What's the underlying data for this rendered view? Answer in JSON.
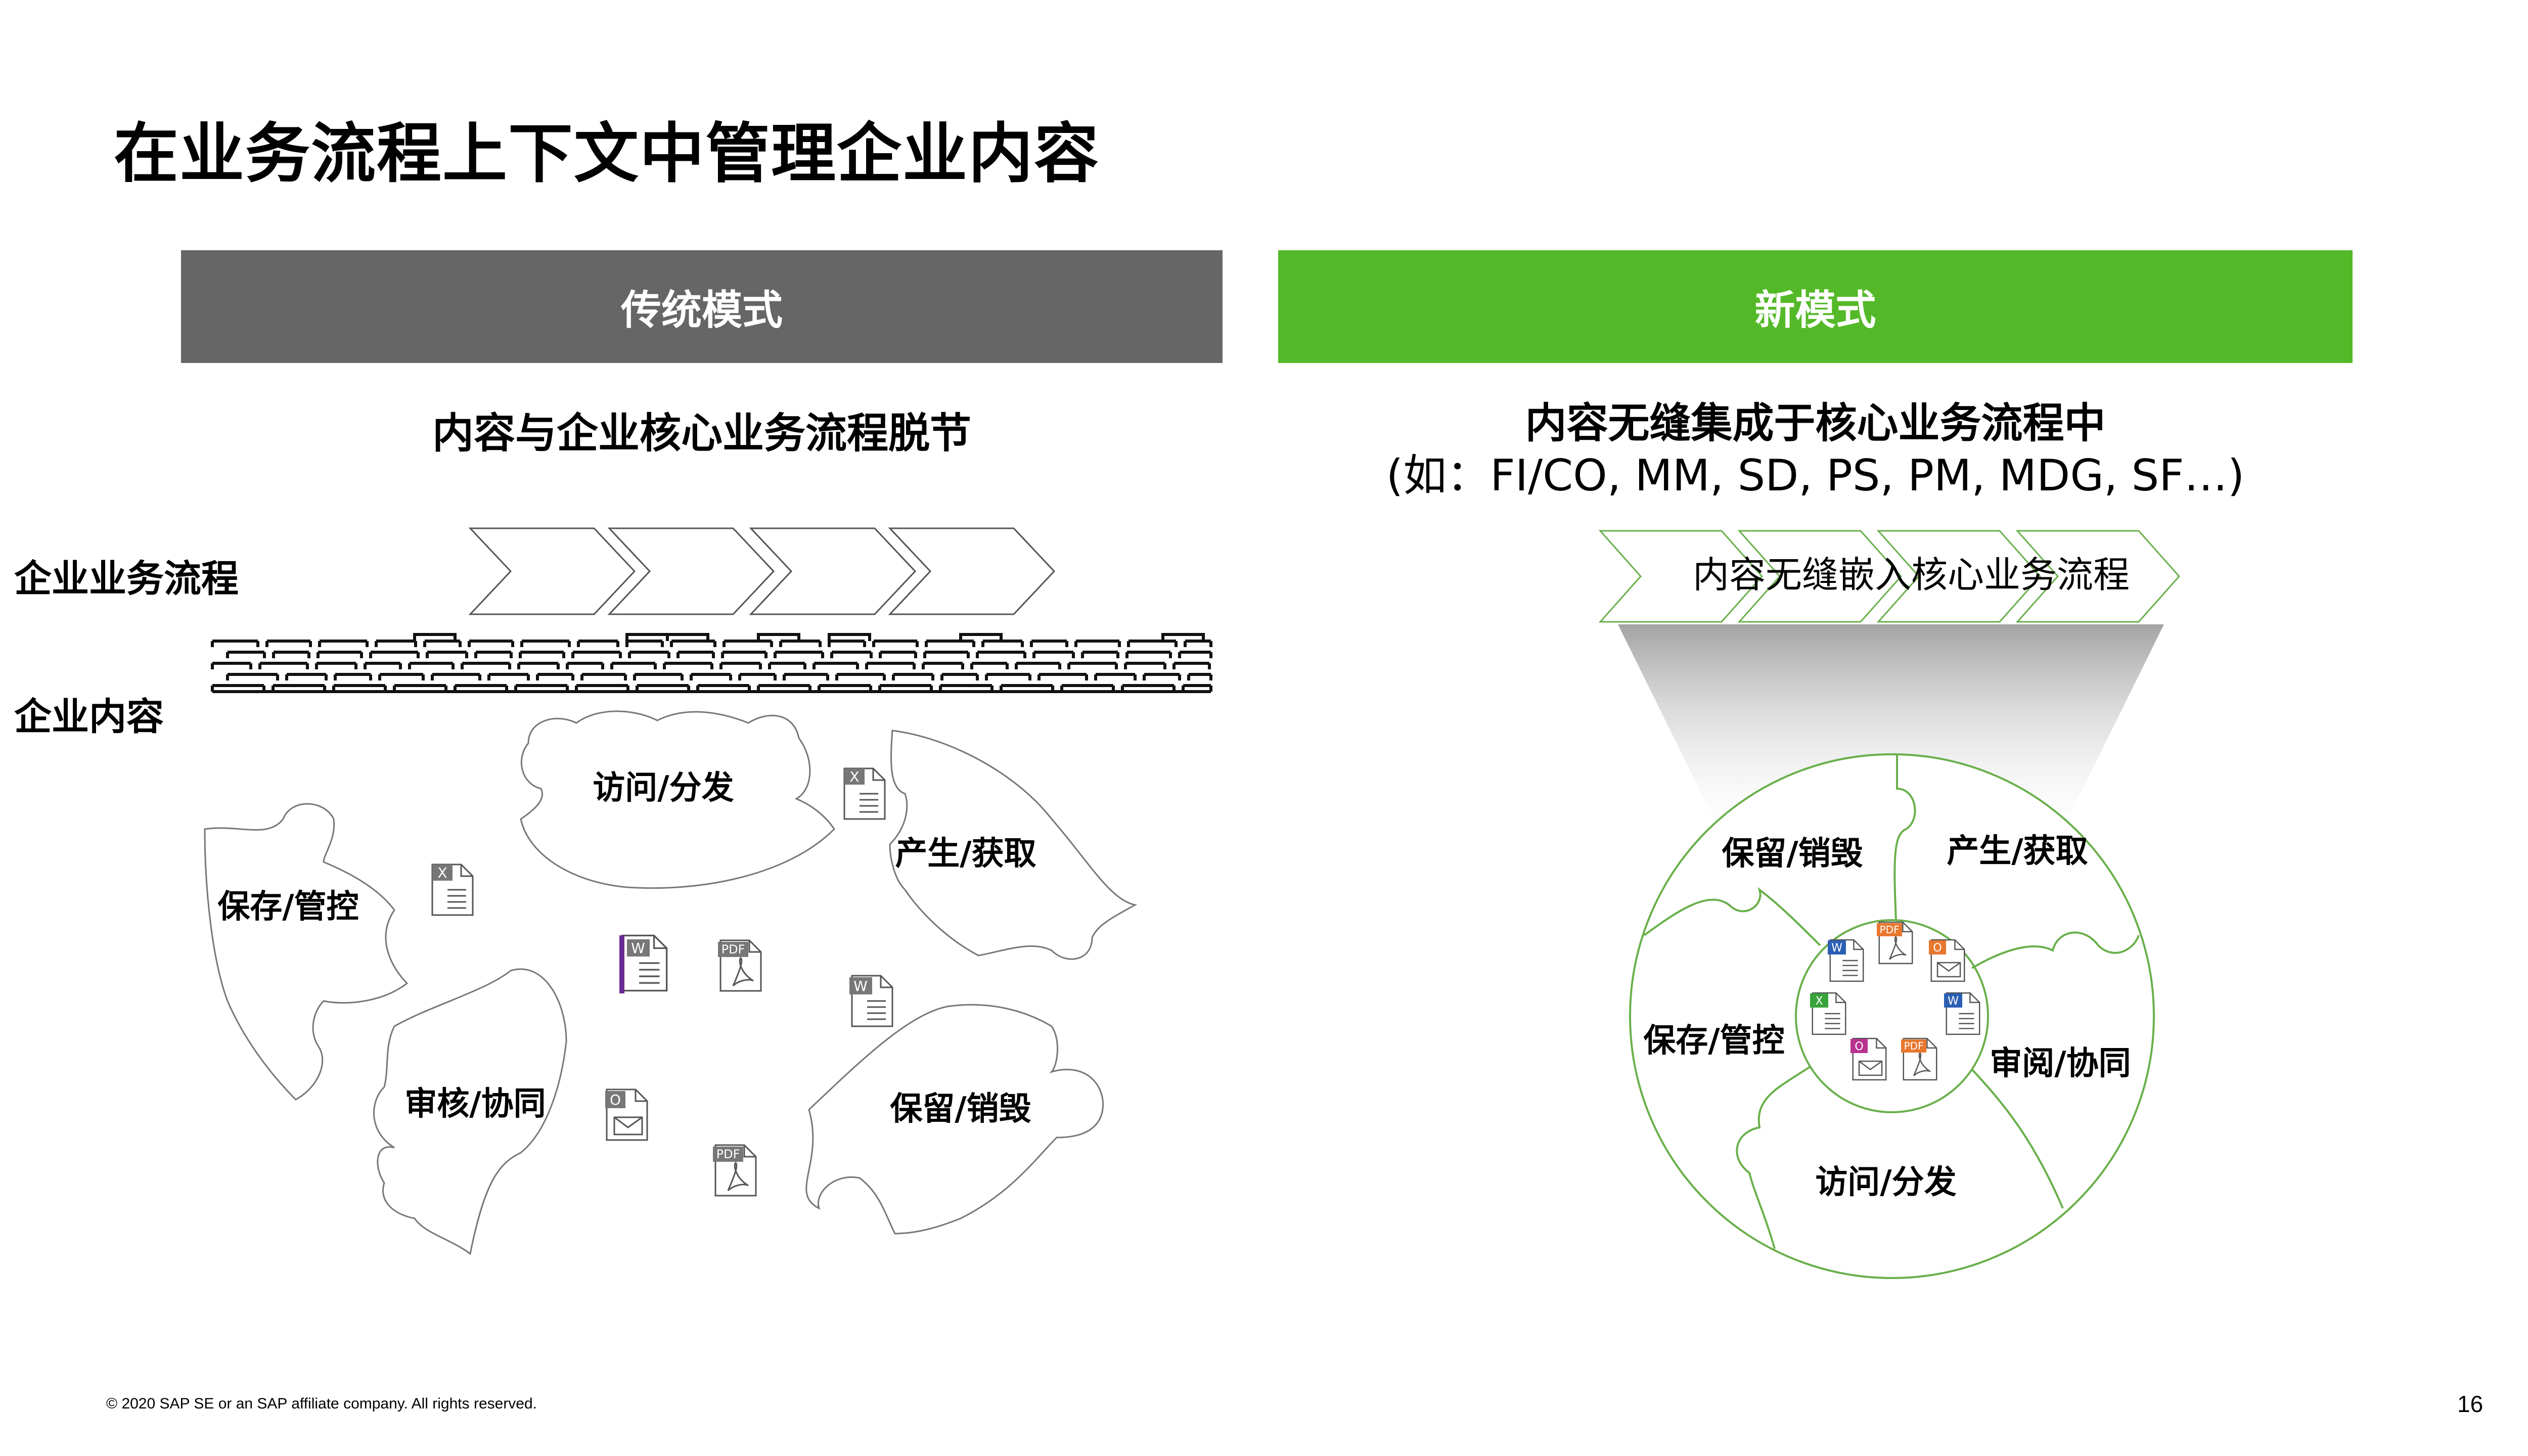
{
  "title": "在业务流程上下文中管理企业内容",
  "traditional": {
    "header": "传统模式",
    "subtitle": "内容与企业核心业务流程脱节",
    "label_process": "企业业务流程",
    "label_content": "企业内容",
    "pieces": {
      "access": "访问/分发",
      "create": "产生/获取",
      "retain": "保存/管控",
      "review": "审核/协同",
      "archive": "保留/销毁"
    }
  },
  "new_mode": {
    "header": "新模式",
    "subtitle": "内容无缝集成于核心业务流程中",
    "subtitle2": "(如：FI/CO, MM, SD, PS, PM, MDG, SF…)",
    "process_text": "内容无缝嵌入核心业务流程",
    "segments": {
      "archive": "保留/销毁",
      "create": "产生/获取",
      "retain": "保存/管控",
      "review": "审阅/协同",
      "access": "访问/分发"
    }
  },
  "doc_icons": {
    "excel": "X",
    "word": "W",
    "pdf": "PDF",
    "outlook": "O"
  },
  "colors": {
    "traditional_header": "#666666",
    "new_header": "#54b928",
    "green_line": "#6ab04c",
    "word": "#2b5fb4",
    "excel": "#37a33a",
    "pdf": "#e8772e",
    "outlook": "#b8338f",
    "word_purple": "#6a2c91"
  },
  "footer": "© 2020 SAP SE or an SAP affiliate company. All rights reserved.",
  "page_number": "16"
}
